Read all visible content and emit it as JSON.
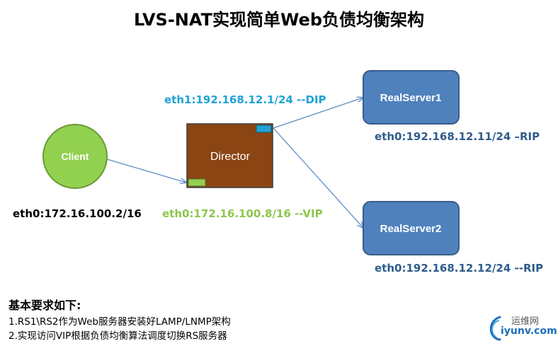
{
  "title": "LVS-NAT实现简单Web负债均衡架构",
  "nodes": {
    "client": "Client",
    "director": "Director",
    "rs1": "RealServer1",
    "rs2": "RealServer2"
  },
  "labels": {
    "client_eth": "eth0:172.16.100.2/16",
    "dip": "eth1:192.168.12.1/24  --DIP",
    "vip": "eth0:172.16.100.8/16  --VIP",
    "rs1_rip": "eth0:192.168.12.11/24  –RIP",
    "rs2_rip": "eth0:192.168.12.12/24  --RIP"
  },
  "requirements": {
    "heading": "基本要求如下:",
    "items": [
      "1.RS1\\RS2作为Web服务器安装好LAMP/LNMP架构",
      "2.实现访问VIP根据负债均衡算法调度切换RS服务器"
    ]
  },
  "watermark": {
    "cn": "运维网",
    "en": "iyunv.com"
  },
  "colors": {
    "client_fill": "#92d050",
    "director_fill": "#8b4513",
    "server_fill": "#4f81bd",
    "dip_text": "#1fa3d4",
    "vip_text": "#8dc64c",
    "rip_text": "#2e5c8a",
    "arrow": "#5b8cc6"
  }
}
